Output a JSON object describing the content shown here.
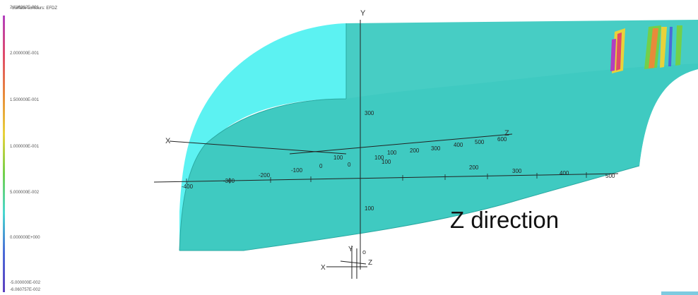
{
  "legend": {
    "title_line1": "Surface contours: EFDZ",
    "max_value": "2.416362E-001",
    "labels": [
      "2.000000E-001",
      "1.500000E-001",
      "1.000000E-001",
      "5.000000E-002",
      "0.000000E+000",
      "-5.000000E-002"
    ],
    "min_value": "-6.060757E-002",
    "colors": [
      "#b23fbf",
      "#e04a6a",
      "#e88a3a",
      "#e8d23a",
      "#72d04a",
      "#48d7d0",
      "#4a6ad8",
      "#5d3fbf"
    ]
  },
  "axes": {
    "y_label": "Y",
    "x_label": "X",
    "z_label": "Z",
    "x_ticks": [
      "-400",
      "-300",
      "-200",
      "-100",
      "0",
      "100",
      "200",
      "300",
      "400",
      "500"
    ],
    "z_ticks": [
      "100",
      "200",
      "300",
      "400",
      "500",
      "600"
    ],
    "y_ticks": [
      "300",
      "100"
    ],
    "center_labels": [
      "100",
      "0",
      "100"
    ]
  },
  "triad": {
    "x": "X",
    "y": "Y",
    "z": "Z",
    "o": "o"
  },
  "annotation": {
    "text": "Z direction"
  },
  "colors": {
    "model_face_top": "#47cdc4",
    "model_face_side": "#5cf2f2",
    "model_face_front": "#3ec9c1"
  }
}
